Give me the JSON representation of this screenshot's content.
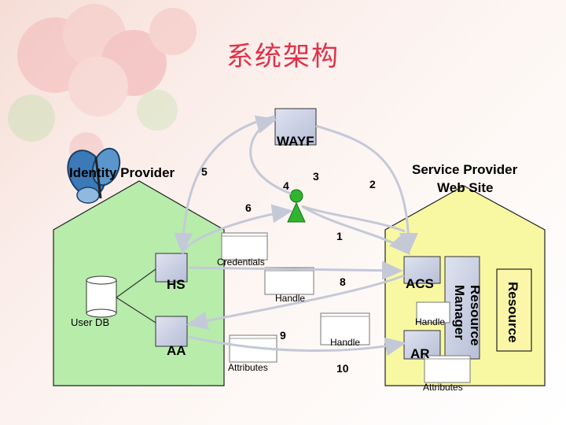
{
  "title": "系统架构",
  "nodes": {
    "wayf": "WAYF",
    "identity_provider": "Identity Provider",
    "service_provider_line1": "Service Provider",
    "service_provider_line2": "Web Site",
    "hs": "HS",
    "aa": "AA",
    "user_db": "User DB",
    "acs": "ACS",
    "ar": "AR",
    "resource_manager_line1": "Resource",
    "resource_manager_line2": "Manager",
    "resource": "Resource"
  },
  "documents": {
    "credentials": "Credentials",
    "handle_left": "Handle",
    "handle_center": "Handle",
    "handle_right": "Handle",
    "attributes_left": "Attributes",
    "attributes_right": "Attributes"
  },
  "steps": {
    "s1": "1",
    "s2": "2",
    "s3": "3",
    "s4": "4",
    "s5": "5",
    "s6": "6",
    "s8": "8",
    "s9": "9",
    "s10": "10"
  },
  "colors": {
    "title": "#e0314a",
    "idp_house": "#b7ecab",
    "sp_house": "#f9f8a2",
    "resource_box": "#fbf6a8",
    "component": "#c8cfe4",
    "arrow": "#c4c9d8"
  }
}
